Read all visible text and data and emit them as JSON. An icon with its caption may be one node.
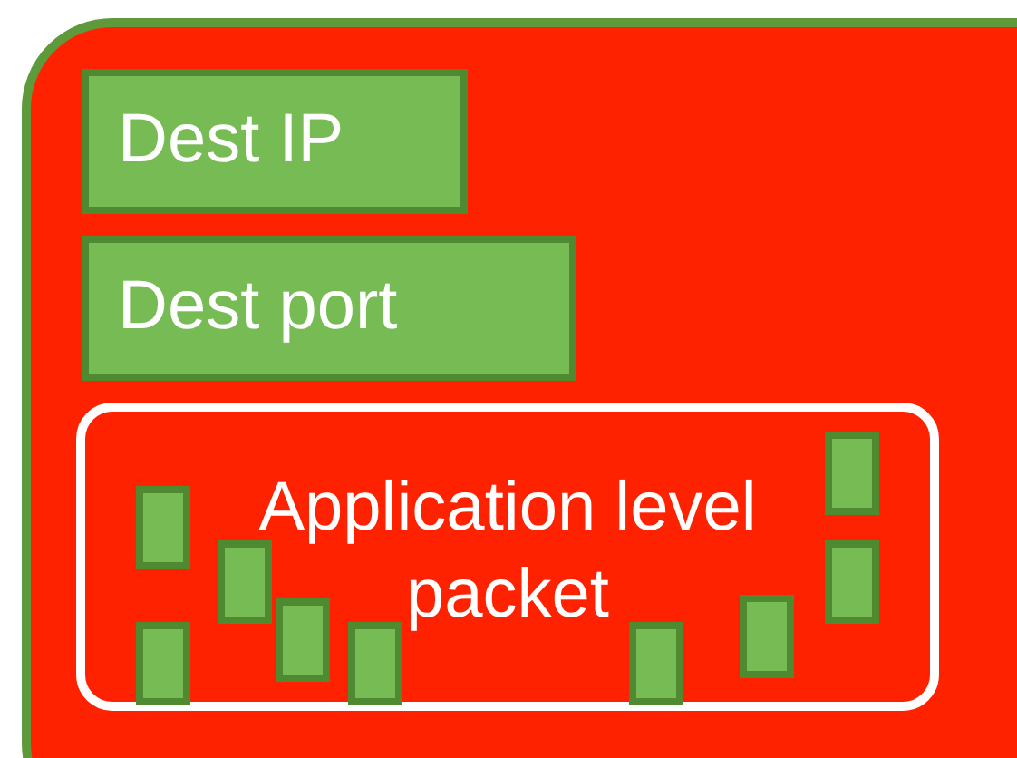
{
  "diagram": {
    "nodes": [
      {
        "text": [],
        "shape": "box"
      },
      {
        "text": [
          "Dest IP"
        ],
        "in": 0
      },
      {
        "text": [
          "Dest port"
        ],
        "in": 0
      },
      {
        "text": [
          "Application level packet"
        ],
        "in": 0
      },
      {
        "text": [],
        "shape": "box",
        "in": 3
      },
      {
        "text": [],
        "shape": "box",
        "in": 3
      },
      {
        "text": [],
        "shape": "box",
        "in": 3
      },
      {
        "text": [],
        "shape": "box",
        "in": 3
      },
      {
        "text": [],
        "shape": "box",
        "in": 3
      },
      {
        "text": [],
        "shape": "box",
        "in": 3
      },
      {
        "text": [],
        "shape": "box",
        "in": 3
      },
      {
        "text": [],
        "shape": "box",
        "in": 3
      },
      {
        "text": [],
        "shape": "box",
        "in": 3
      }
    ]
  }
}
